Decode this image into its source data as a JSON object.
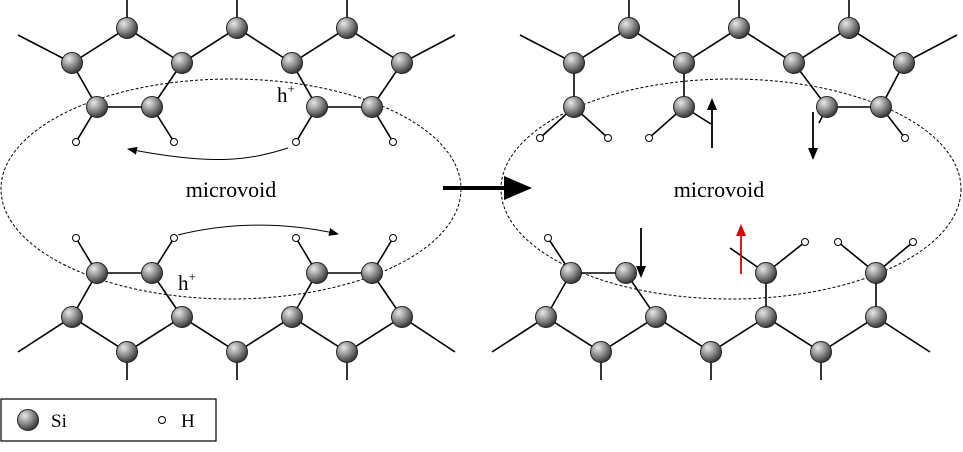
{
  "labels": {
    "left_void": "microvoid",
    "right_void": "microvoid",
    "hole_top": "h",
    "hole_bottom": "h",
    "hole_charge": "+"
  },
  "legend": {
    "si_label": "Si",
    "h_label": "H"
  },
  "colors": {
    "si_atom": "#777777",
    "bond": "#000000",
    "spin_highlight": "#e00000"
  }
}
